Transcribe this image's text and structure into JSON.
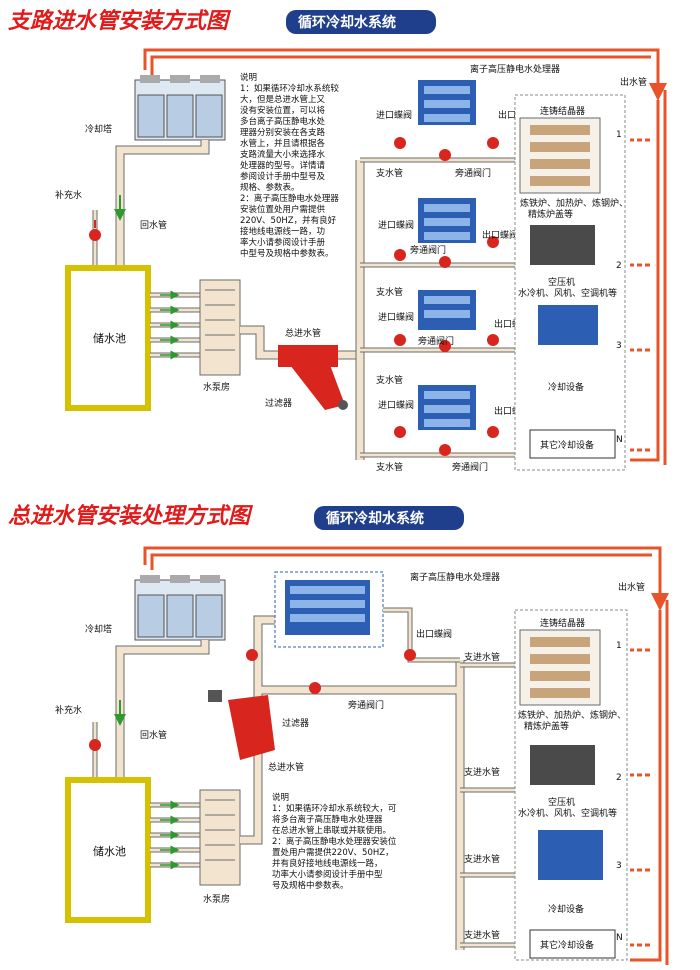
{
  "colors": {
    "pipe_fill": "#f3e4cf",
    "pipe_stroke": "#6b6b6b",
    "hot_pipe": "#e8532a",
    "arrow_green": "#2e9a2e",
    "title_red": "#e11a1a",
    "banner_blue": "#1f3f8c",
    "valve_red": "#d8261f",
    "pool_border": "#d4c200",
    "device_blue": "#2c5fb3"
  },
  "section1": {
    "title": "支路进水管安装方式图",
    "subtitle": "循环冷却水系统",
    "labels": {
      "cooling_tower": "冷却塔",
      "makeup_water": "补充水",
      "return_pipe": "回水管",
      "reservoir": "储水池",
      "pump_room": "水泵房",
      "main_inlet": "总进水管",
      "filter": "过滤器",
      "processor": "离子高压静电水处理器",
      "outlet_pipe": "出水管",
      "crystallizer": "连铸结晶器",
      "furnaces": "炼铁炉、加热炉、炼钢炉、\n精炼炉盖等",
      "compressor": "空压机\n水冷机、风机、空调机等",
      "cooling_equipment": "冷却设备",
      "other_equipment": "其它冷却设备",
      "inlet_valve": "进口蝶阀",
      "outlet_valve": "出口蝶阀",
      "branch_pipe": "支水管",
      "bypass_valve": "旁通阀门"
    },
    "note": [
      "说明",
      "1：如果循环冷却水系统较",
      "    大，但是总进水管上又",
      "    没有安装位置，可以将",
      "    多台离子高压静电水处",
      "    理器分别安装在各支路",
      "    水管上，并且请根据各",
      "    支路流量大小来选择水",
      "    处理器的型号。详情请",
      "    参阅设计手册中型号及",
      "    规格、参数表。",
      "2：离子高压静电水处理器",
      "    安装位置处用户需提供",
      "    220V、50HZ，并有良好",
      "    接地线电源线一路，功",
      "    率大小请参阅设计手册",
      "    中型号及规格中参数表。"
    ],
    "numbers": [
      "1",
      "2",
      "3",
      "N"
    ]
  },
  "section2": {
    "title": "总进水管安装处理方式图",
    "subtitle": "循环冷却水系统",
    "labels": {
      "cooling_tower": "冷却塔",
      "makeup_water": "补充水",
      "return_pipe": "回水管",
      "reservoir": "储水池",
      "pump_room": "水泵房",
      "main_inlet": "总进水管",
      "filter": "过滤器",
      "processor": "离子高压静电水处理器",
      "outlet_pipe": "出水管",
      "outlet_valve": "出口蝶阀",
      "bypass_valve": "旁通阀门",
      "branch_inlet": "支进水管",
      "crystallizer": "连铸结晶器",
      "furnaces": "炼铁炉、加热炉、炼钢炉、\n精炼炉盖等",
      "compressor": "空压机\n水冷机、风机、空调机等",
      "cooling_equipment": "冷却设备",
      "other_equipment": "其它冷却设备"
    },
    "note": [
      "说明",
      "1：如果循环冷却水系统较大，可",
      "    将多台离子高压静电水处理器",
      "    在总进水管上串联或并联使用。",
      "2：离子高压静电水处理器安装位",
      "    置处用户需提供220V、50HZ，",
      "    并有良好接地线电源线一路，",
      "    功率大小请参阅设计手册中型",
      "    号及规格中参数表。"
    ],
    "numbers": [
      "1",
      "2",
      "3",
      "N"
    ]
  }
}
